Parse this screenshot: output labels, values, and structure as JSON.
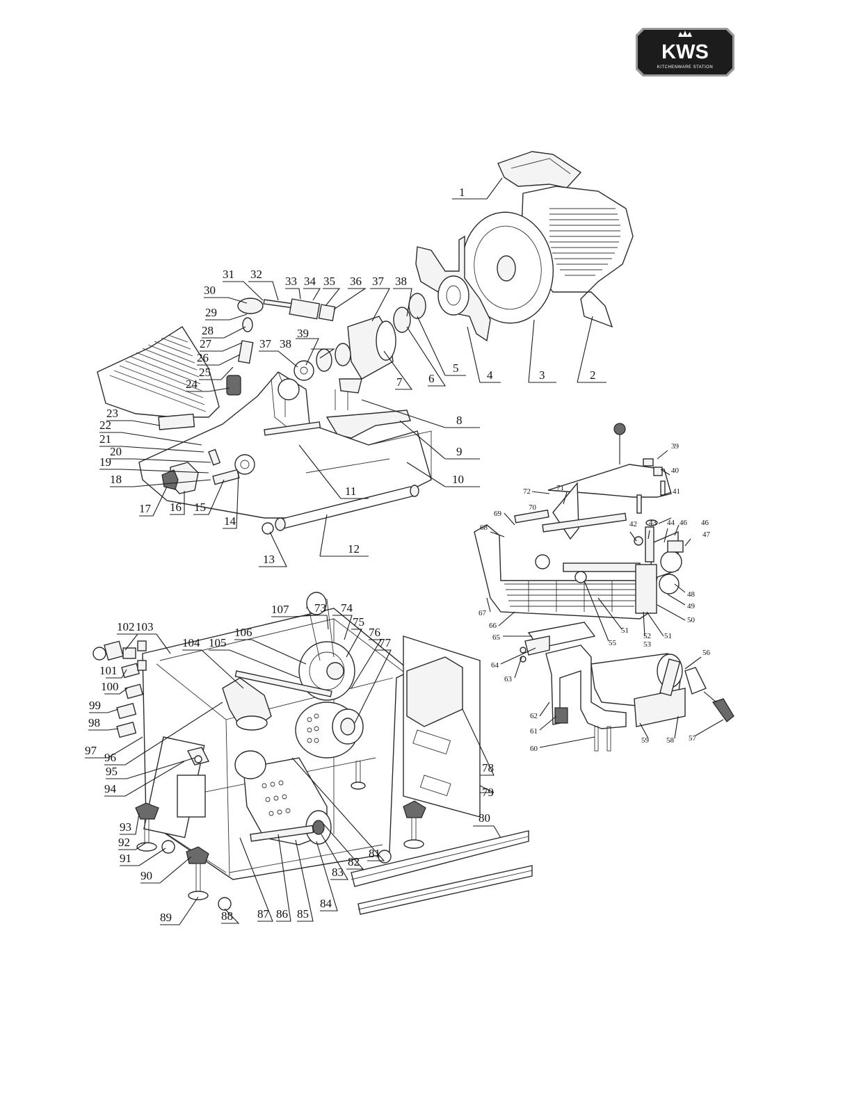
{
  "logo": {
    "brand": "KWS",
    "tagline": "KITCHENWARE STATION",
    "colors": {
      "badge": "#1c1c1c",
      "border": "#9a9a9a",
      "text": "#ffffff",
      "crown": "#ffffff"
    }
  },
  "labels": {
    "p1": "1",
    "p2": "2",
    "p3": "3",
    "p4": "4",
    "p5": "5",
    "p6": "6",
    "p7": "7",
    "p8": "8",
    "p9": "9",
    "p10": "10",
    "p11": "11",
    "p12": "12",
    "p13": "13",
    "p14": "14",
    "p15": "15",
    "p16": "16",
    "p17": "17",
    "p18": "18",
    "p19": "19",
    "p20": "20",
    "p21": "21",
    "p22": "22",
    "p23": "23",
    "p24": "24",
    "p25": "25",
    "p26": "26",
    "p27": "27",
    "p28": "28",
    "p29": "29",
    "p30": "30",
    "p31": "31",
    "p32": "32",
    "p33": "33",
    "p34": "34",
    "p35": "35",
    "p36": "36",
    "p37": "37",
    "p38": "38",
    "p37b": "37",
    "p38b": "38",
    "p39": "39",
    "r39": "39",
    "r40": "40",
    "r41": "41",
    "r42": "42",
    "r43": "43",
    "r44": "44",
    "r46a": "46",
    "r46": "46",
    "r47": "47",
    "r48": "48",
    "r49": "49",
    "r50": "50",
    "r51": "51",
    "r51b": "51",
    "r52": "52",
    "r53": "53",
    "r55": "55",
    "r56": "56",
    "r57": "57",
    "r58": "58",
    "r59": "59",
    "r60": "60",
    "r61": "61",
    "r62": "62",
    "r63": "63",
    "r64": "64",
    "r65": "65",
    "r66": "66",
    "r67": "67",
    "r68": "68",
    "r69": "69",
    "r70": "70",
    "r71": "71",
    "r72": "72",
    "b73": "73",
    "b74": "74",
    "b75": "75",
    "b76": "76",
    "b77": "77",
    "b78": "78",
    "b79": "79",
    "b80": "80",
    "b81": "81",
    "b82": "82",
    "b83": "83",
    "b84": "84",
    "b85": "85",
    "b86": "86",
    "b87": "87",
    "b88": "88",
    "b89": "89",
    "b90": "90",
    "b91": "91",
    "b92": "92",
    "b93": "93",
    "b94": "94",
    "b95": "95",
    "b96": "96",
    "b97": "97",
    "b98": "98",
    "b99": "99",
    "b100": "100",
    "b101": "101",
    "b102": "102",
    "b103": "103",
    "b104": "104",
    "b105": "105",
    "b106": "106",
    "b107": "107"
  }
}
